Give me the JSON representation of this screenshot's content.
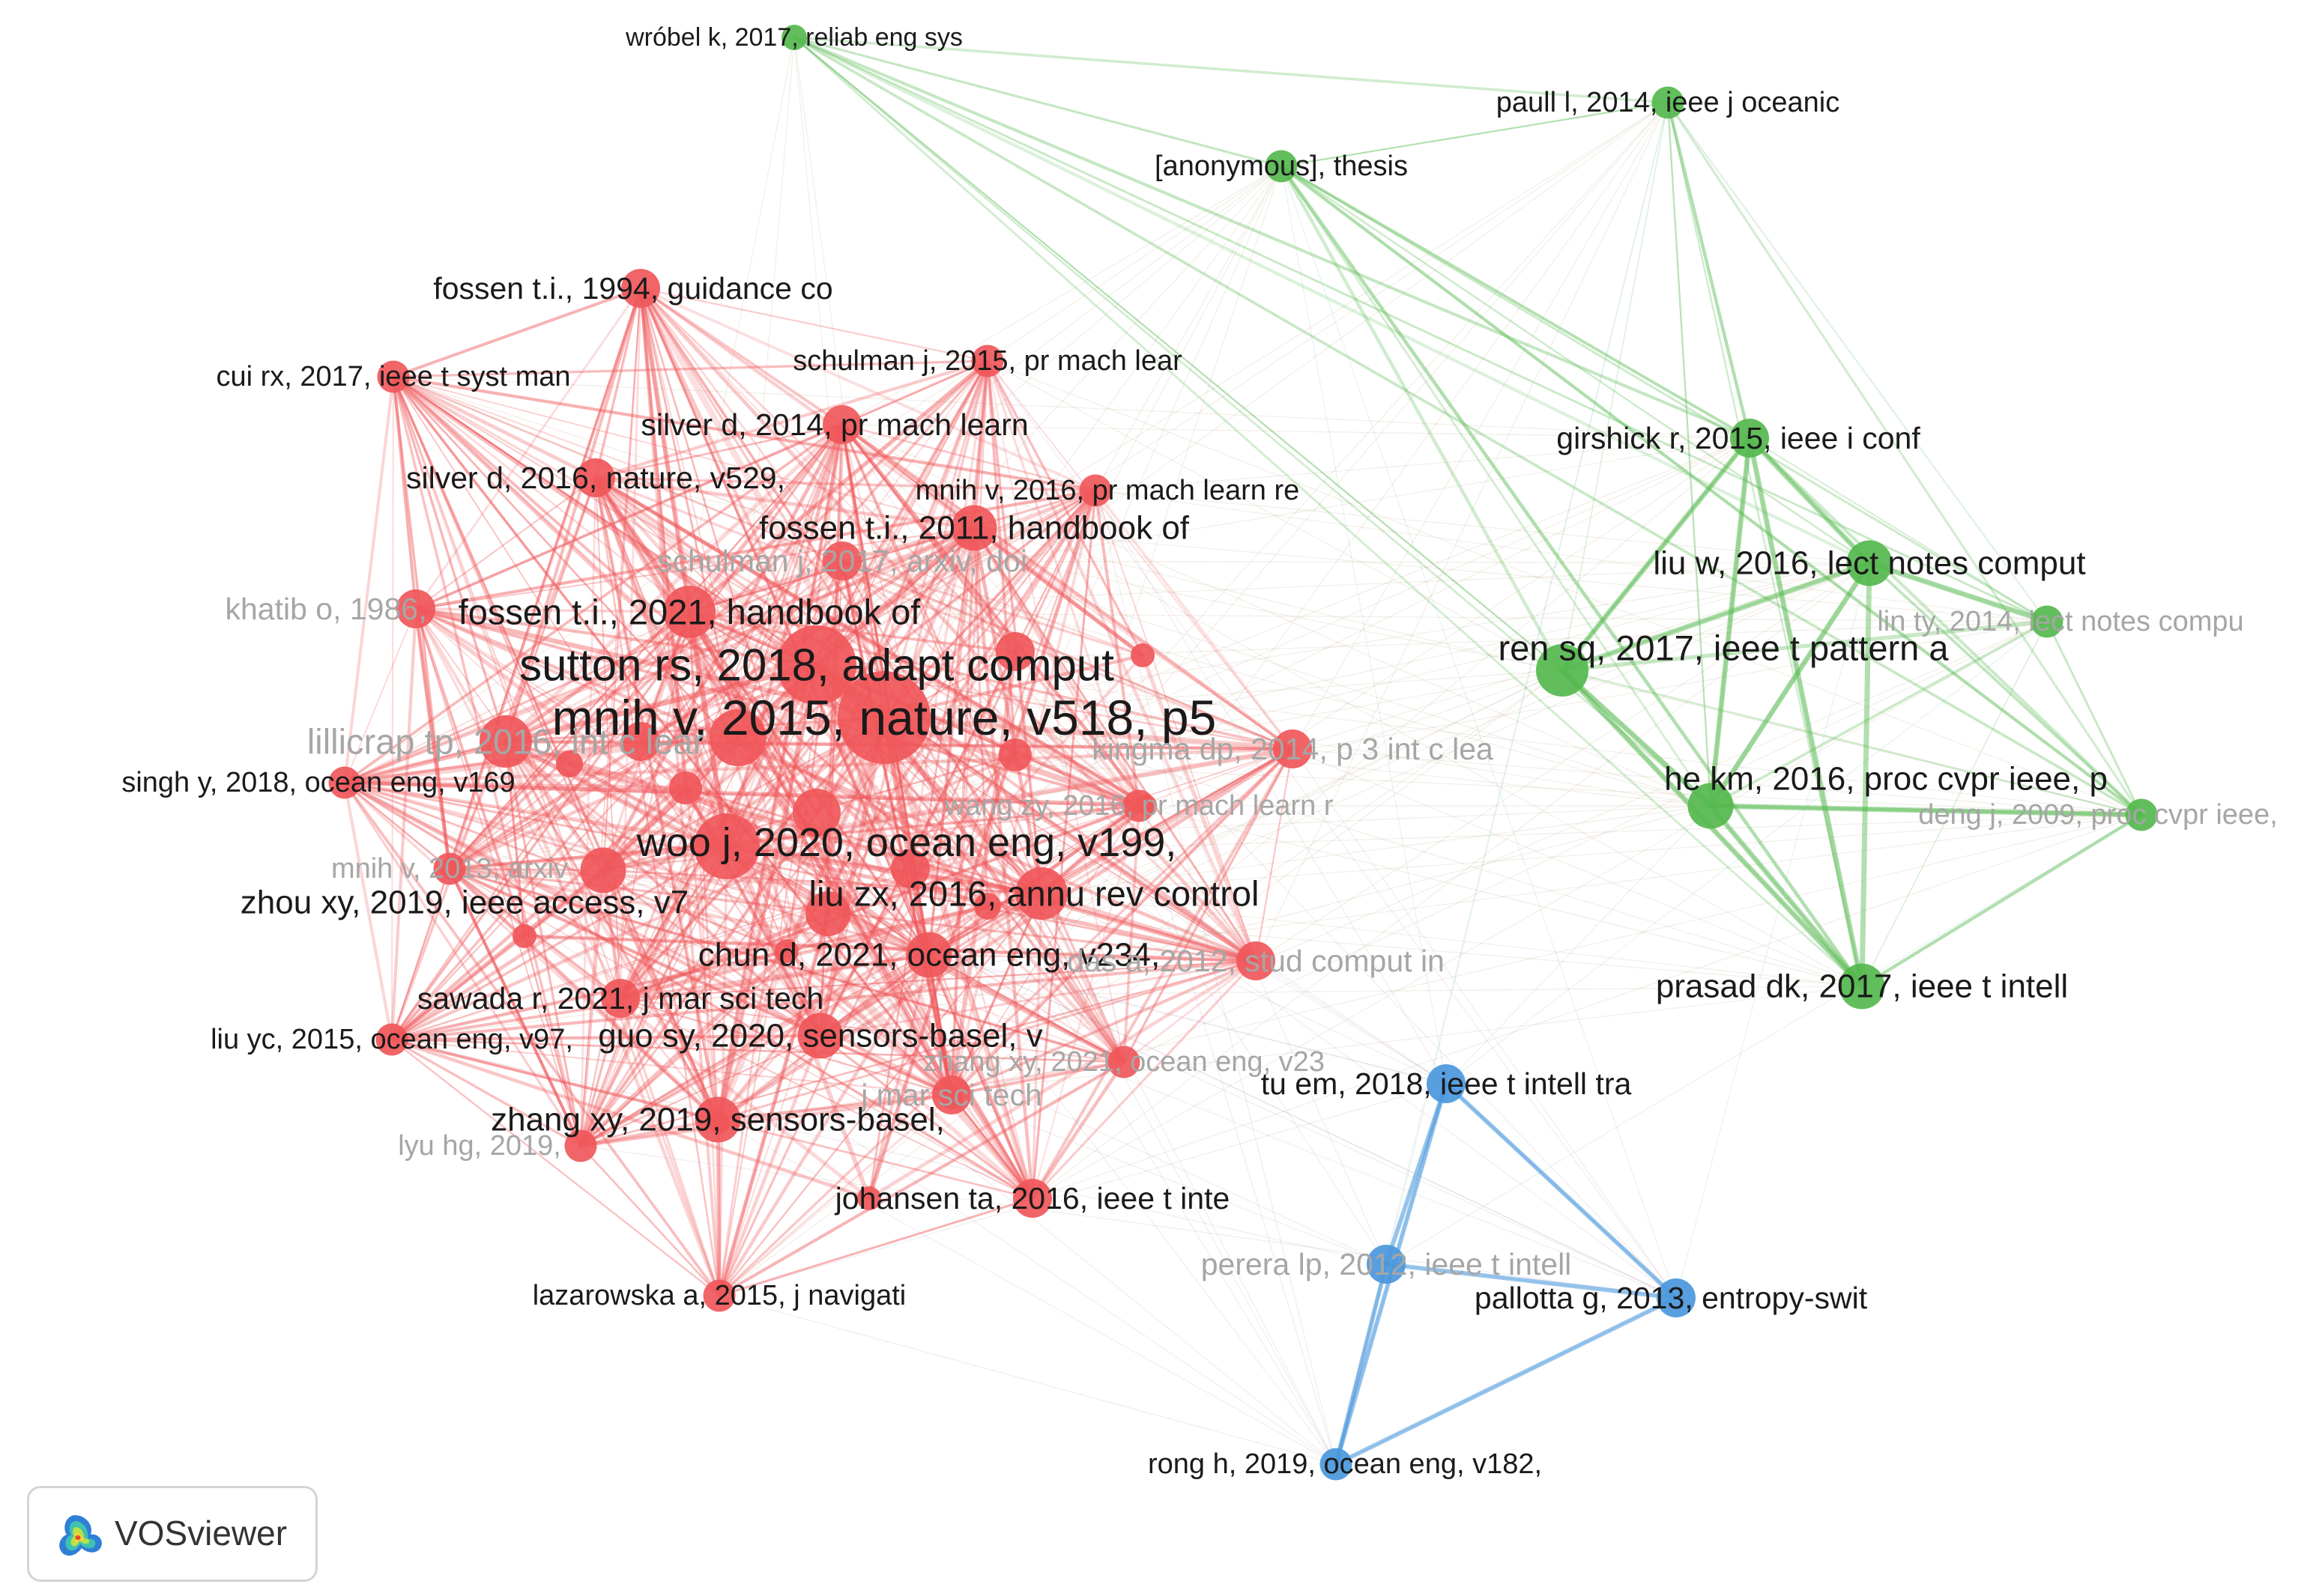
{
  "colors": {
    "cluster_red": "#f0575a",
    "cluster_green": "#55b94e",
    "cluster_blue": "#4a97dc",
    "label": "#1a1a1a",
    "label_faint": "#a6a6a6"
  },
  "logo": {
    "text": "VOSviewer",
    "icon": "vosviewer-logo-icon"
  },
  "network": {
    "nodes": [
      {
        "id": "wrobel",
        "label": "wróbel k, 2017, reliab eng sys",
        "cluster": "green",
        "weight": 2,
        "faint": false
      },
      {
        "id": "paull",
        "label": "paull l, 2014, ieee j oceanic",
        "cluster": "green",
        "weight": 3,
        "faint": false
      },
      {
        "id": "anon",
        "label": "[anonymous], thesis",
        "cluster": "green",
        "weight": 3,
        "faint": false
      },
      {
        "id": "fossen94",
        "label": "fossen t.i., 1994, guidance co",
        "cluster": "red",
        "weight": 4,
        "faint": false
      },
      {
        "id": "cuirx",
        "label": "cui rx, 2017, ieee t syst man",
        "cluster": "red",
        "weight": 3,
        "faint": false
      },
      {
        "id": "schulman15",
        "label": "schulman j, 2015, pr mach lear",
        "cluster": "red",
        "weight": 3,
        "faint": false
      },
      {
        "id": "silver14",
        "label": "silver d, 2014, pr mach learn",
        "cluster": "red",
        "weight": 4,
        "faint": false
      },
      {
        "id": "silver16",
        "label": "silver d, 2016, nature, v529,",
        "cluster": "red",
        "weight": 4,
        "faint": false
      },
      {
        "id": "mnih16",
        "label": "mnih v, 2016, pr mach learn re",
        "cluster": "red",
        "weight": 3,
        "faint": false
      },
      {
        "id": "fossen11",
        "label": "fossen t.i., 2011, handbook of",
        "cluster": "red",
        "weight": 5,
        "faint": false
      },
      {
        "id": "schulman17",
        "label": "schulman j, 2017, arxiv, doi",
        "cluster": "red",
        "weight": 4,
        "faint": true
      },
      {
        "id": "khatib",
        "label": "khatib o, 1986,",
        "cluster": "red",
        "weight": 4,
        "faint": true
      },
      {
        "id": "fossen21",
        "label": "fossen t.i., 2021, handbook of",
        "cluster": "red",
        "weight": 6,
        "faint": false
      },
      {
        "id": "sutton",
        "label": "sutton rs, 2018, adapt comput",
        "cluster": "red",
        "weight": 10,
        "faint": false
      },
      {
        "id": "mnih15",
        "label": "mnih v, 2015, nature, v518, p5",
        "cluster": "red",
        "weight": 12,
        "faint": false
      },
      {
        "id": "lillicrap",
        "label": "lillicrap tp, 2016, int c lear",
        "cluster": "red",
        "weight": 6,
        "faint": true
      },
      {
        "id": "singh",
        "label": "singh y, 2018, ocean eng, v169",
        "cluster": "red",
        "weight": 3,
        "faint": false
      },
      {
        "id": "kingma",
        "label": "kingma dp, 2014, p 3 int c lea",
        "cluster": "red",
        "weight": 4,
        "faint": true
      },
      {
        "id": "wang16",
        "label": "wang zy, 2016, pr mach learn r",
        "cluster": "red",
        "weight": 3,
        "faint": true
      },
      {
        "id": "woo",
        "label": "woo j, 2020, ocean eng, v199,",
        "cluster": "red",
        "weight": 8,
        "faint": false
      },
      {
        "id": "zhouxy",
        "label": "zhou xy, 2019, ieee access, v7",
        "cluster": "red",
        "weight": 5,
        "faint": false
      },
      {
        "id": "liuzx",
        "label": "liu zx, 2016, annu rev control",
        "cluster": "red",
        "weight": 6,
        "faint": false
      },
      {
        "id": "chun",
        "label": "chun d, 2021, ocean eng, v234,",
        "cluster": "red",
        "weight": 5,
        "faint": false
      },
      {
        "id": "sawada",
        "label": "sawada r, 2021, j mar sci tech",
        "cluster": "red",
        "weight": 4,
        "faint": false
      },
      {
        "id": "mnih2013",
        "label": "mnih v, 2013, arxiv",
        "cluster": "red",
        "weight": 3,
        "faint": true
      },
      {
        "id": "das",
        "label": "das a, 2012, stud comput in",
        "cluster": "red",
        "weight": 4,
        "faint": true
      },
      {
        "id": "liuyc",
        "label": "liu yc, 2015, ocean eng, v97,",
        "cluster": "red",
        "weight": 3,
        "faint": false
      },
      {
        "id": "guosy",
        "label": "guo sy, 2020, sensors-basel, v",
        "cluster": "red",
        "weight": 5,
        "faint": false
      },
      {
        "id": "zhangxy21",
        "label": "zhang xy, 2021, ocean eng, v23",
        "cluster": "red",
        "weight": 3,
        "faint": true
      },
      {
        "id": "dual",
        "label": "j mar sci tech",
        "cluster": "red",
        "weight": 4,
        "faint": true
      },
      {
        "id": "zhangxy19",
        "label": "zhang xy, 2019, sensors-basel,",
        "cluster": "red",
        "weight": 5,
        "faint": false
      },
      {
        "id": "lyuhg",
        "label": "lyu hg, 2019,",
        "cluster": "red",
        "weight": 3,
        "faint": true
      },
      {
        "id": "johansen",
        "label": "johansen ta, 2016, ieee t inte",
        "cluster": "red",
        "weight": 4,
        "faint": false
      },
      {
        "id": "lazarowska",
        "label": "lazarowska a, 2015, j navigati",
        "cluster": "red",
        "weight": 3,
        "faint": false
      },
      {
        "id": "girshick",
        "label": "girshick r, 2015, ieee i conf",
        "cluster": "green",
        "weight": 4,
        "faint": false
      },
      {
        "id": "liuw",
        "label": "liu w, 2016, lect notes comput",
        "cluster": "green",
        "weight": 5,
        "faint": false
      },
      {
        "id": "linty",
        "label": "lin ty, 2014, lect notes compu",
        "cluster": "green",
        "weight": 3,
        "faint": true
      },
      {
        "id": "rensq",
        "label": "ren sq, 2017, ieee t pattern a",
        "cluster": "green",
        "weight": 6,
        "faint": false
      },
      {
        "id": "hekm",
        "label": "he km, 2016, proc cvpr ieee, p",
        "cluster": "green",
        "weight": 5,
        "faint": false
      },
      {
        "id": "dengj",
        "label": "deng j, 2009, proc cvpr ieee,",
        "cluster": "green",
        "weight": 3,
        "faint": true
      },
      {
        "id": "prasad",
        "label": "prasad dk, 2017, ieee t intell",
        "cluster": "green",
        "weight": 5,
        "faint": false
      },
      {
        "id": "tuem",
        "label": "tu em, 2018, ieee t intell tra",
        "cluster": "blue",
        "weight": 4,
        "faint": false
      },
      {
        "id": "perera",
        "label": "perera lp, 2012, ieee t intell",
        "cluster": "blue",
        "weight": 4,
        "faint": true
      },
      {
        "id": "pallotta",
        "label": "pallotta g, 2013, entropy-swit",
        "cluster": "blue",
        "weight": 4,
        "faint": false
      },
      {
        "id": "rongh",
        "label": "rong h, 2019, ocean eng, v182,",
        "cluster": "blue",
        "weight": 3,
        "faint": false
      }
    ]
  }
}
